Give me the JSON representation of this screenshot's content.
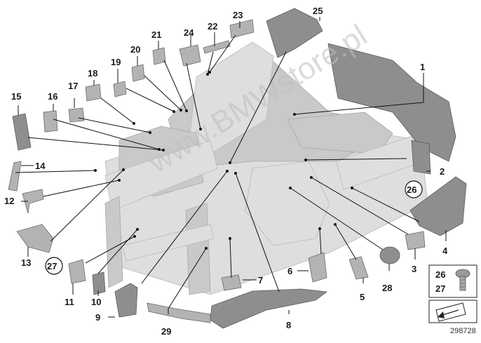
{
  "callouts": [
    {
      "label": "1"
    },
    {
      "label": "2"
    },
    {
      "label": "3"
    },
    {
      "label": "4"
    },
    {
      "label": "5"
    },
    {
      "label": "6"
    },
    {
      "label": "7"
    },
    {
      "label": "8"
    },
    {
      "label": "9"
    },
    {
      "label": "10"
    },
    {
      "label": "11"
    },
    {
      "label": "12"
    },
    {
      "label": "13"
    },
    {
      "label": "14"
    },
    {
      "label": "15"
    },
    {
      "label": "16"
    },
    {
      "label": "17"
    },
    {
      "label": "18"
    },
    {
      "label": "19"
    },
    {
      "label": "20"
    },
    {
      "label": "21"
    },
    {
      "label": "22"
    },
    {
      "label": "23"
    },
    {
      "label": "24"
    },
    {
      "label": "25"
    },
    {
      "label": "26"
    },
    {
      "label": "27"
    },
    {
      "label": "28"
    },
    {
      "label": "29"
    }
  ],
  "circled_callouts": [
    {
      "label": "26"
    },
    {
      "label": "27"
    }
  ],
  "legend": {
    "label_top": "26",
    "label_bottom": "27"
  },
  "watermark": "www.BMWstore.pl",
  "diagram_number": "298728"
}
